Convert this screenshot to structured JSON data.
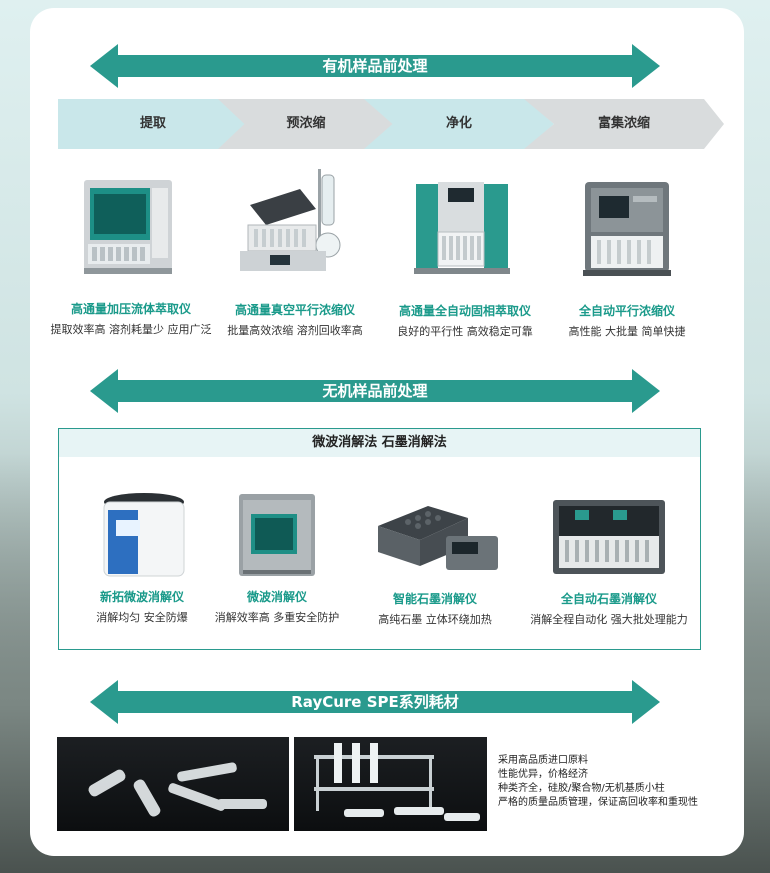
{
  "organic": {
    "title": "有机样品前处理",
    "steps": [
      "提取",
      "预浓缩",
      "净化",
      "富集浓缩"
    ],
    "products": [
      {
        "name": "高通量加压流体萃取仪",
        "desc": "提取效率高  溶剂耗量少  应用广泛"
      },
      {
        "name": "高通量真空平行浓缩仪",
        "desc": "批量高效浓缩  溶剂回收率高"
      },
      {
        "name": "高通量全自动固相萃取仪",
        "desc": "良好的平行性  高效稳定可靠"
      },
      {
        "name": "全自动平行浓缩仪",
        "desc": "高性能  大批量  简单快捷"
      }
    ]
  },
  "inorganic": {
    "title": "无机样品前处理",
    "methods": "微波消解法  石墨消解法",
    "products": [
      {
        "name": "新拓微波消解仪",
        "desc": "消解均匀  安全防爆"
      },
      {
        "name": "微波消解仪",
        "desc": "消解效率高  多重安全防护"
      },
      {
        "name": "智能石墨消解仪",
        "desc": "高纯石墨  立体环绕加热"
      },
      {
        "name": "全自动石墨消解仪",
        "desc": "消解全程自动化  强大批处理能力"
      }
    ]
  },
  "consumables": {
    "title": "RayCure SPE系列耗材",
    "features": [
      "采用高品质进口原料",
      "性能优异，价格经济",
      "种类齐全，硅胶/聚合物/无机基质小柱",
      "严格的质量品质管理，保证高回收率和重现性"
    ]
  },
  "colors": {
    "accent": "#2a9a8e",
    "name_text": "#1a9a8a",
    "step_light": "#c9e7ea",
    "step_gray": "#d9dcdd"
  }
}
